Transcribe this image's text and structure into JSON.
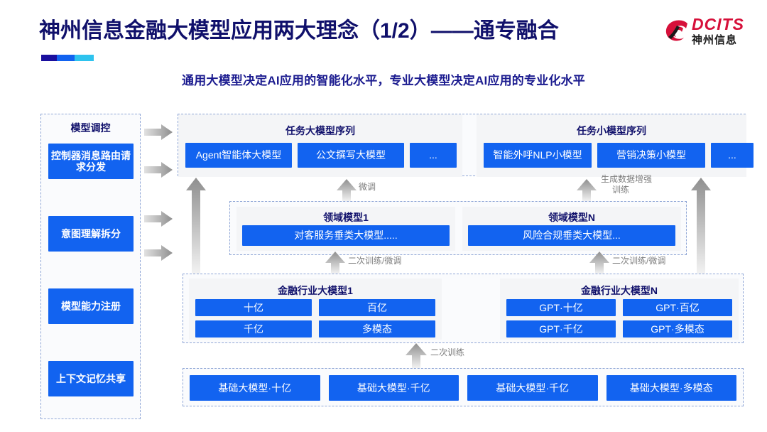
{
  "header": {
    "title": "神州信息金融大模型应用两大理念（1/2）——通专融合",
    "subtitle": "通用大模型决定AI应用的智能化水平，专业大模型决定AI应用的专业化水平",
    "logo": {
      "en": "DCITS",
      "cn": "神州信息"
    },
    "accent_colors": [
      "#1a0f9e",
      "#1263f0",
      "#2ec3ee"
    ]
  },
  "colors": {
    "primary_blue": "#1263f0",
    "title_navy": "#10106b",
    "subtitle_navy": "#1b1b8f",
    "panel_gray": "#f4f5f7",
    "dashed_border": "#8fa6d6",
    "arrow_gray": "#9a9a9a",
    "logo_red": "#d6103a"
  },
  "sidebar": {
    "title": "模型调控",
    "items": [
      {
        "label": "控制器消息路由请求分发"
      },
      {
        "label": "意图理解拆分"
      },
      {
        "label": "模型能力注册"
      },
      {
        "label": "上下文记忆共享"
      }
    ]
  },
  "side_arrows": [
    {
      "name": "sidebar-arrow-1"
    },
    {
      "name": "sidebar-arrow-2"
    },
    {
      "name": "sidebar-arrow-3"
    },
    {
      "name": "sidebar-arrow-4"
    }
  ],
  "task_layer": {
    "left": {
      "title": "任务大模型序列",
      "boxes": [
        "Agent智能体大模型",
        "公文撰写大模型",
        "..."
      ]
    },
    "right": {
      "title": "任务小模型序列",
      "boxes": [
        "智能外呼NLP小模型",
        "营销决策小模型",
        "..."
      ]
    }
  },
  "domain_layer": {
    "left": {
      "title": "领域模型1",
      "box": "对客服务垂类大模型....."
    },
    "right": {
      "title": "领域模型N",
      "box": "风险合规垂类大模型..."
    }
  },
  "industry_layer": {
    "left": {
      "title": "金融行业大模型1",
      "boxes": [
        "十亿",
        "百亿",
        "千亿",
        "多模态"
      ]
    },
    "right": {
      "title": "金融行业大模型N",
      "boxes": [
        "GPT·十亿",
        "GPT·百亿",
        "GPT·千亿",
        "GPT·多模态"
      ]
    }
  },
  "base_layer": {
    "boxes": [
      "基础大模型·十亿",
      "基础大模型·千亿",
      "基础大模型·千亿",
      "基础大模型·多模态"
    ]
  },
  "flow_labels": {
    "finetune": "微调",
    "gen_data_aug": "生成数据增强",
    "gen_data_aug_2": "训练",
    "retrain_finetune_left": "二次训练/微调",
    "retrain_finetune_right": "二次训练/微调",
    "retrain": "二次训练"
  }
}
